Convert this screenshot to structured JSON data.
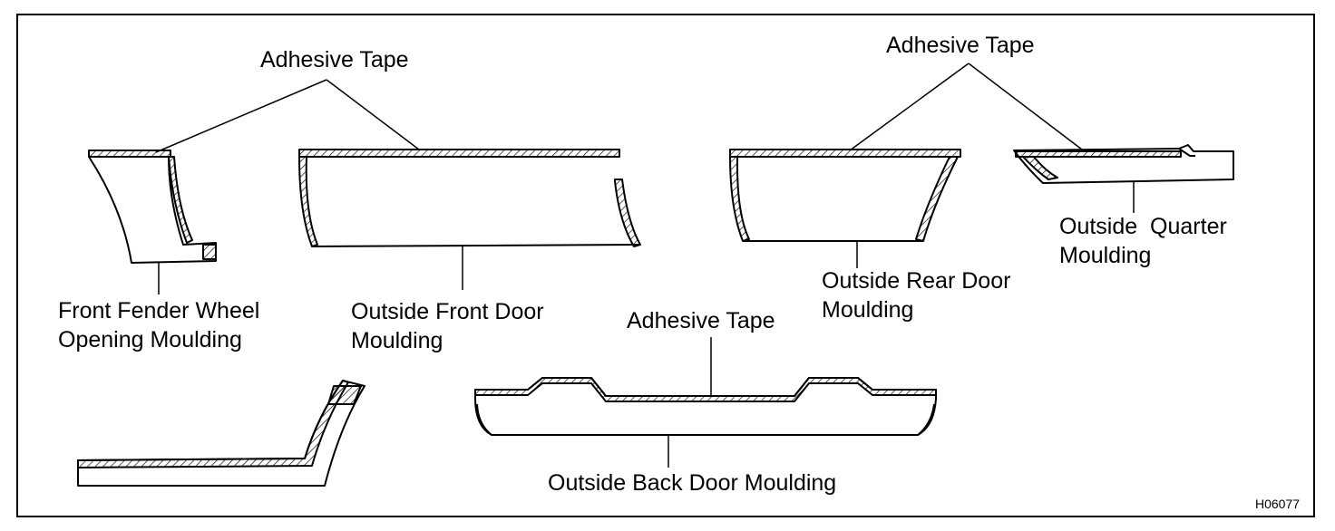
{
  "labels": {
    "tape_left": "Adhesive Tape",
    "tape_right": "Adhesive Tape",
    "tape_back": "Adhesive Tape",
    "fender_line1": "Front Fender Wheel",
    "fender_line2": "Opening Moulding",
    "front_door_line1": "Outside Front Door",
    "front_door_line2": "Moulding",
    "rear_door_line1": "Outside Rear Door",
    "rear_door_line2": "Moulding",
    "quarter_line1": "Outside  Quarter",
    "quarter_line2": "Moulding",
    "back_door": "Outside Back Door Moulding"
  },
  "figure_code": "H06077",
  "colors": {
    "ink": "#000000",
    "paper": "#ffffff"
  }
}
